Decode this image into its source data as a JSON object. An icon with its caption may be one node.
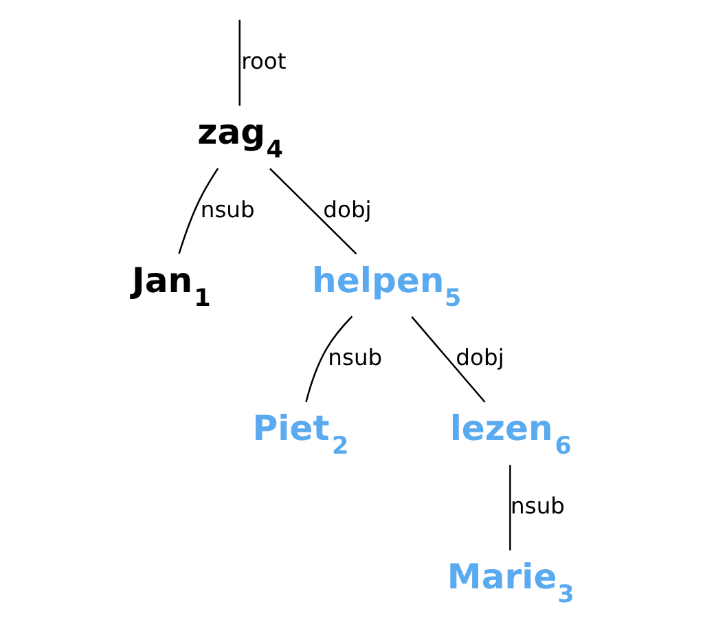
{
  "diagram": {
    "nodes": [
      {
        "text": [
          "zag$_{4}$"
        ]
      },
      {
        "text": [
          "Jan$_{1}$"
        ]
      },
      {
        "text": [
          "helpen$_{5}$"
        ]
      },
      {
        "text": [
          "Piet$_{2}$"
        ]
      },
      {
        "text": [
          "lezen$_{6}$"
        ]
      },
      {
        "text": [
          "Marie$_{3}$"
        ]
      }
    ],
    "edges": [
      {
        "from": null,
        "to": 0,
        "arrow": "none",
        "label": "root"
      },
      {
        "from": 0,
        "to": 1,
        "arrow": "none",
        "label": "nsub"
      },
      {
        "from": 0,
        "to": 2,
        "arrow": "none",
        "label": "dobj"
      },
      {
        "from": 2,
        "to": 3,
        "arrow": "none",
        "label": "nsub"
      },
      {
        "from": 2,
        "to": 4,
        "arrow": "none",
        "label": "dobj"
      },
      {
        "from": 4,
        "to": 5,
        "arrow": "none",
        "label": "nsub"
      }
    ]
  }
}
